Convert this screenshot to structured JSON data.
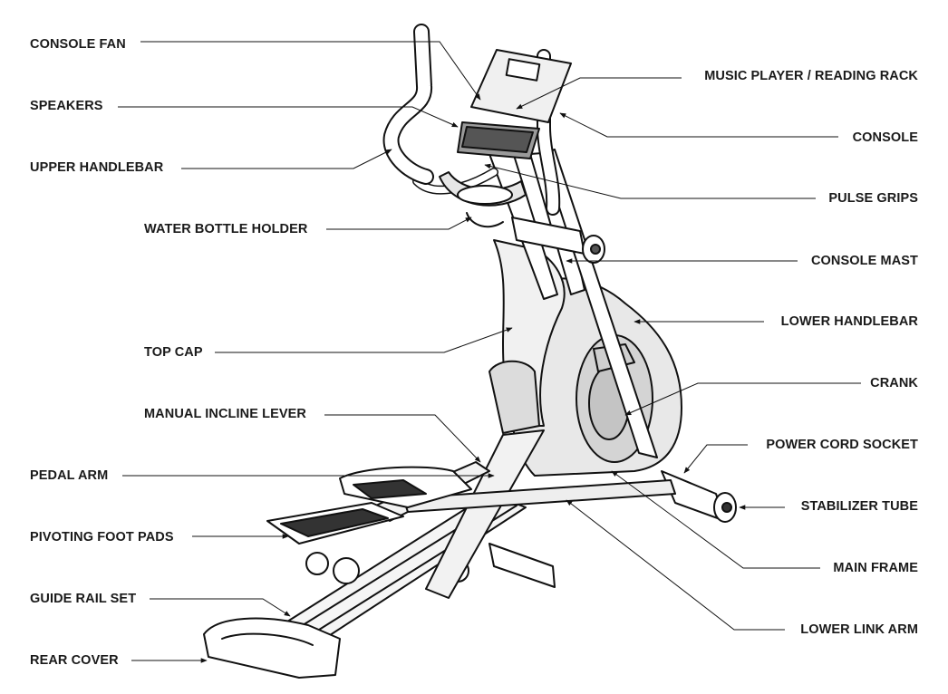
{
  "diagram": {
    "labels_left": [
      "CONSOLE FAN",
      "SPEAKERS",
      "UPPER HANDLEBAR",
      "WATER BOTTLE HOLDER",
      "TOP CAP",
      "MANUAL INCLINE LEVER",
      "PEDAL ARM",
      "PIVOTING FOOT PADS",
      "GUIDE RAIL SET",
      "REAR COVER"
    ],
    "labels_right": [
      "MUSIC PLAYER / READING RACK",
      "CONSOLE",
      "PULSE GRIPS",
      "CONSOLE MAST",
      "LOWER HANDLEBAR",
      "CRANK",
      "POWER CORD SOCKET",
      "STABILIZER TUBE",
      "MAIN FRAME",
      "LOWER LINK ARM"
    ]
  }
}
